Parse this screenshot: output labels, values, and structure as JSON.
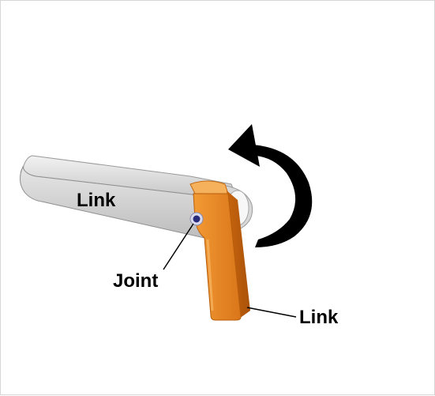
{
  "diagram": {
    "labels": {
      "upper_link": "Link",
      "joint": "Joint",
      "lower_link": "Link"
    },
    "colors": {
      "upper_link": "#cfcfcf",
      "lower_link": "#e0801e",
      "joint_pin": "#2a2a7a",
      "arrow": "#000000"
    },
    "icons": {
      "rotation": "curved-arrow-counterclockwise"
    }
  }
}
